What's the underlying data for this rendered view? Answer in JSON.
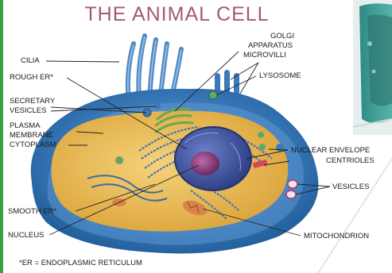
{
  "title": "THE ANIMAL CELL",
  "labels": {
    "cilia": "CILIA",
    "rough_er": "ROUGH ER*",
    "secretary_vesicles_1": "SECRETARY",
    "secretary_vesicles_2": "VESICLES",
    "plasma_membrane_1": "PLASMA",
    "plasma_membrane_2": "MEMBRANE",
    "cytoplasm": "CYTOPLASM",
    "smooth_er": "SMOOTH ER*",
    "nucleus": "NUCLEUS",
    "golgi_1": "GOLGI",
    "golgi_2": "APPARATUS",
    "microvilli": "MICROVILLI",
    "lysosome": "LYSOSOME",
    "nuclear_envelope": "NUCLEAR ENVELOPE",
    "centrioles": "CENTRIOLES",
    "vesicles": "VESICLES",
    "mitochondrion": "MITOCHONDRION"
  },
  "footnote": "*ER = ENDOPLASMIC RETICULUM",
  "colors": {
    "title": "#a55a72",
    "cell_outer": "#2f6fae",
    "cytoplasm": "#e8b84a",
    "nucleus": "#3a4f9a",
    "nucleolus": "#8a3a7a",
    "frame_green": "#3aa043"
  }
}
